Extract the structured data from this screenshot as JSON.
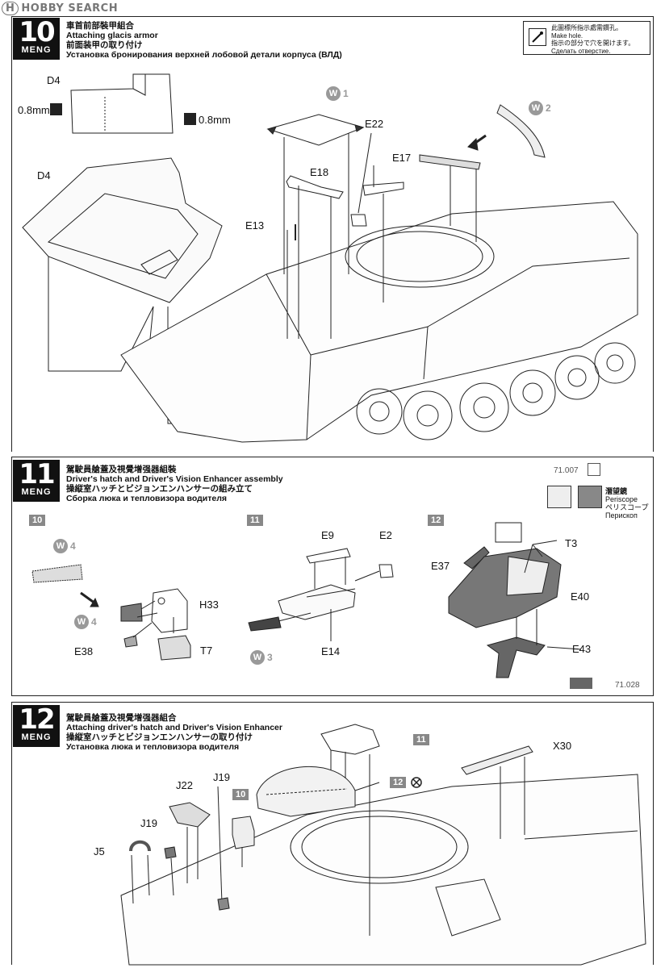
{
  "watermark": "HOBBY SEARCH",
  "brand": "MENG",
  "steps": [
    {
      "number": "10",
      "title_cn": "車首前部裝甲組合",
      "title_en": "Attaching glacis armor",
      "title_jp": "前面装甲の取り付け",
      "title_ru": "Установка бронирования верхней лобовой детали корпуса (ВЛД)",
      "parts": [
        "D4",
        "0.8mm",
        "0.8mm",
        "D4",
        "E22",
        "E17",
        "E18",
        "E13"
      ],
      "badges": [
        {
          "letter": "W",
          "num": "1"
        },
        {
          "letter": "W",
          "num": "2"
        }
      ],
      "note": {
        "cn": "此圖標所指示處需鑽孔。",
        "en": "Make hole.",
        "jp": "指示の部分で穴を開けます。",
        "ru": "Сделать отверстие."
      }
    },
    {
      "number": "11",
      "title_cn": "駕駛員艙蓋及視覺增强器組裝",
      "title_en": "Driver's hatch and Driver's Vision Enhancer assembly",
      "title_jp": "操縦室ハッチとビジョンエンハンサーの組み立て",
      "title_ru": "Сборка люка и тепловизора водителя",
      "subs": [
        "10",
        "11",
        "12"
      ],
      "parts": [
        "H33",
        "E38",
        "T7",
        "E9",
        "E2",
        "E14",
        "E37",
        "T3",
        "E40",
        "E43"
      ],
      "badges": [
        {
          "letter": "W",
          "num": "4"
        },
        {
          "letter": "W",
          "num": "4"
        },
        {
          "letter": "W",
          "num": "3"
        }
      ],
      "color_codes": [
        "71.007",
        "71.028"
      ],
      "periscope": {
        "cn": "潛望鏡",
        "en": "Periscope",
        "jp": "ペリスコープ",
        "ru": "Перископ"
      }
    },
    {
      "number": "12",
      "title_cn": "駕駛員艙蓋及視覺增强器組合",
      "title_en": "Attaching driver's hatch and Driver's Vision Enhancer",
      "title_jp": "操縦室ハッチとビジョンエンハンサーの取り付け",
      "title_ru": "Установка люка и тепловизора водителя",
      "parts": [
        "X30",
        "J22",
        "J19",
        "J19",
        "J5"
      ],
      "subs": [
        "11",
        "12",
        "10"
      ]
    }
  ]
}
